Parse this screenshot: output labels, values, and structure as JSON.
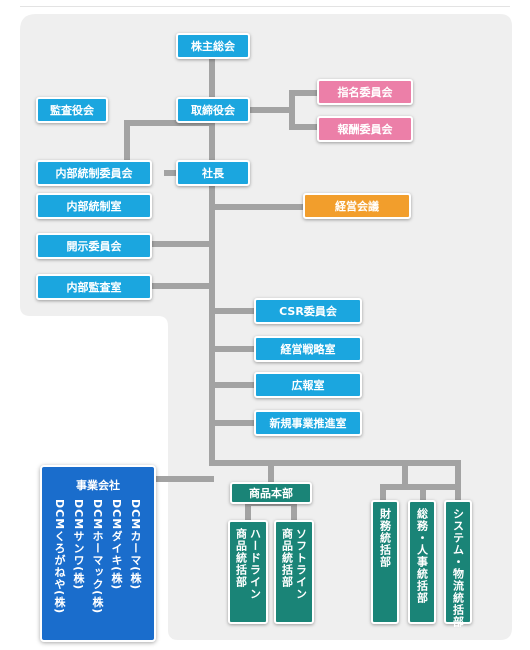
{
  "nodes": {
    "shareholders_meeting": "株主総会",
    "board_of_directors": "取締役会",
    "audit_board": "監査役会",
    "nomination_committee": "指名委員会",
    "compensation_committee": "報酬委員会",
    "internal_control_committee": "内部統制委員会",
    "president": "社長",
    "internal_control_office": "内部統制室",
    "management_meeting": "経営会議",
    "disclosure_committee": "開示委員会",
    "internal_audit_office": "内部監査室",
    "csr_committee": "CSR委員会",
    "strategy_office": "経営戦略室",
    "pr_office": "広報室",
    "new_business_office": "新規事業推進室",
    "merchandise_division": "商品本部"
  },
  "merchandise_units": [
    [
      "ハードライン",
      "商品統括部"
    ],
    [
      "ソフトライン",
      "商品統括部"
    ]
  ],
  "admin_units": [
    [
      "財務統括部"
    ],
    [
      "総務・人事統括部"
    ],
    [
      "システム・物流統括部"
    ]
  ],
  "group_companies": {
    "title": "事業会社",
    "companies": [
      "DCMカーマ(株)",
      "DCMダイキ(株)",
      "DCMホーマック(株)",
      "DCMサンワ(株)",
      "DCMくろがねや(株)"
    ]
  },
  "colors": {
    "cyan": "#1ba6df",
    "pink": "#ec7fa8",
    "orange": "#f29e2c",
    "teal": "#1a8477",
    "blue": "#1a6dcc",
    "connector": "#a3a3a3",
    "panel_bg": "#efefef"
  }
}
